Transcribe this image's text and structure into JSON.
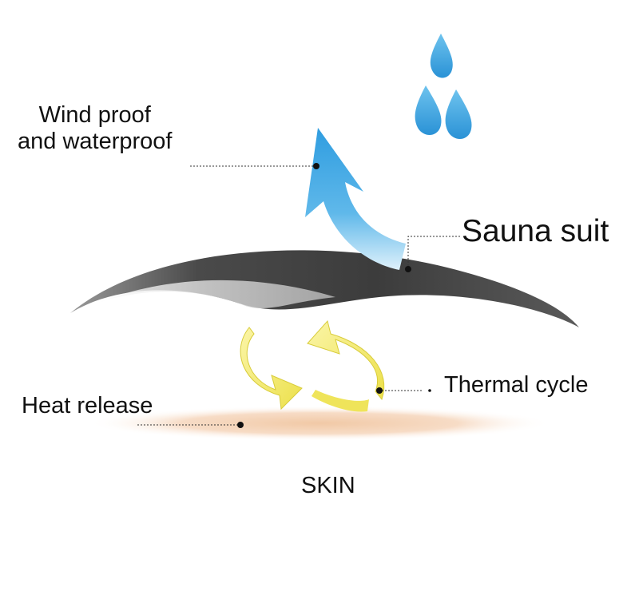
{
  "labels": {
    "wind_line1": "Wind proof",
    "wind_line2": "and waterproof",
    "sauna_suit": "Sauna suit",
    "thermal_cycle": "Thermal cycle",
    "heat_release": "Heat release",
    "skin": "SKIN"
  },
  "colors": {
    "water_blue": "#3aa6e0",
    "water_blue_light": "#bfe4f7",
    "fabric_dark": "#3a3a3a",
    "fabric_light": "#d6d6d6",
    "thermal_yellow": "#f2ea6a",
    "skin_peach": "#f3cfb0",
    "leader_line": "#333333"
  }
}
